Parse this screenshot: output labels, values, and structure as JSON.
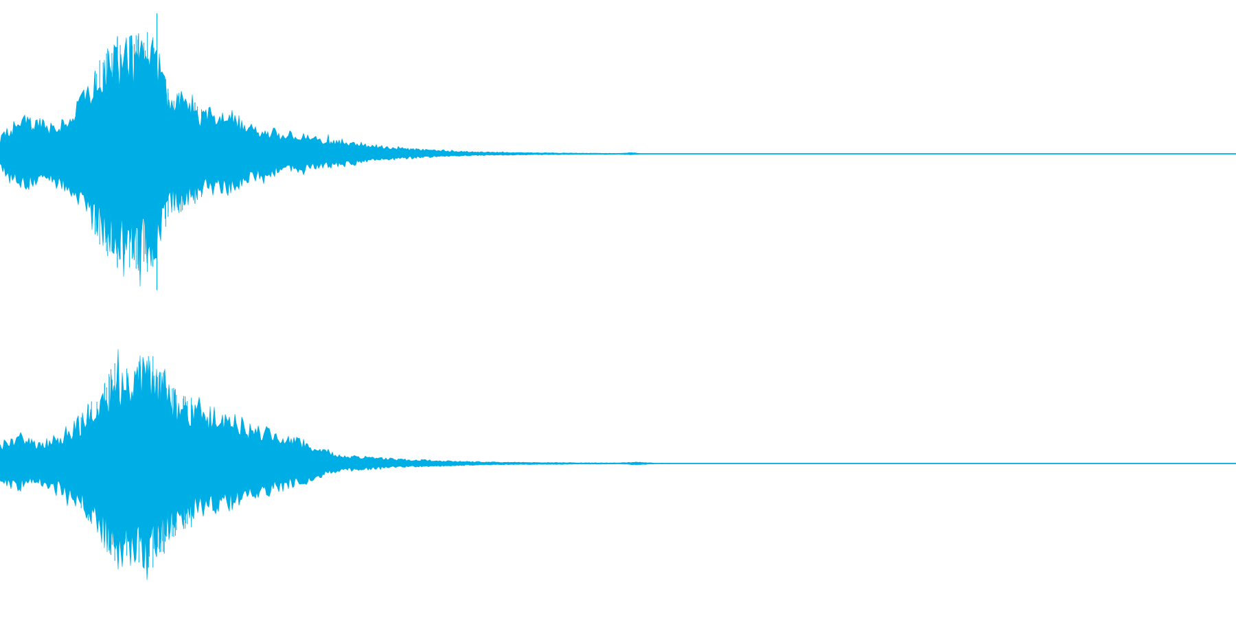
{
  "chart_data": {
    "type": "area",
    "title": "",
    "xlabel": "",
    "ylabel": "",
    "grid": false,
    "legend": "none",
    "color": "#00aee6",
    "x_range": [
      0,
      1
    ],
    "y_range": [
      -1,
      1
    ],
    "series": [
      {
        "channel_index": 0,
        "envelope": {
          "x": [
            0.0,
            0.01,
            0.02,
            0.04,
            0.055,
            0.065,
            0.075,
            0.085,
            0.095,
            0.105,
            0.115,
            0.125,
            0.1265,
            0.128,
            0.135,
            0.14,
            0.15,
            0.16,
            0.175,
            0.19,
            0.2,
            0.22,
            0.24,
            0.26,
            0.28,
            0.3,
            0.33,
            0.36,
            0.39,
            0.42,
            0.45,
            0.48,
            0.5,
            0.51,
            0.52,
            0.6,
            1.0
          ],
          "top": [
            0.12,
            0.22,
            0.28,
            0.22,
            0.3,
            0.42,
            0.55,
            0.7,
            0.78,
            0.82,
            0.8,
            0.8,
            0.98,
            0.78,
            0.45,
            0.42,
            0.4,
            0.32,
            0.33,
            0.3,
            0.22,
            0.18,
            0.15,
            0.12,
            0.1,
            0.07,
            0.04,
            0.025,
            0.015,
            0.01,
            0.007,
            0.005,
            0.004,
            0.01,
            0.003,
            0.002,
            0.001
          ],
          "bottom": [
            0.12,
            0.2,
            0.26,
            0.22,
            0.3,
            0.42,
            0.55,
            0.68,
            0.76,
            0.8,
            0.78,
            0.78,
            0.98,
            0.76,
            0.42,
            0.4,
            0.38,
            0.3,
            0.3,
            0.28,
            0.2,
            0.16,
            0.13,
            0.11,
            0.09,
            0.06,
            0.035,
            0.022,
            0.012,
            0.009,
            0.006,
            0.005,
            0.004,
            0.008,
            0.003,
            0.002,
            0.001
          ]
        }
      },
      {
        "channel_index": 1,
        "envelope": {
          "x": [
            0.0,
            0.015,
            0.03,
            0.045,
            0.06,
            0.075,
            0.085,
            0.095,
            0.105,
            0.115,
            0.125,
            0.14,
            0.15,
            0.165,
            0.18,
            0.2,
            0.22,
            0.24,
            0.25,
            0.26,
            0.27,
            0.28,
            0.3,
            0.32,
            0.35,
            0.38,
            0.41,
            0.44,
            0.47,
            0.5,
            0.515,
            0.53,
            0.6,
            1.0
          ],
          "top": [
            0.15,
            0.22,
            0.15,
            0.2,
            0.3,
            0.42,
            0.55,
            0.68,
            0.72,
            0.75,
            0.7,
            0.52,
            0.45,
            0.4,
            0.38,
            0.3,
            0.25,
            0.18,
            0.16,
            0.12,
            0.08,
            0.06,
            0.05,
            0.035,
            0.025,
            0.015,
            0.01,
            0.008,
            0.006,
            0.005,
            0.012,
            0.003,
            0.002,
            0.001
          ],
          "bottom": [
            0.15,
            0.2,
            0.14,
            0.2,
            0.3,
            0.42,
            0.6,
            0.72,
            0.75,
            0.73,
            0.68,
            0.5,
            0.44,
            0.38,
            0.35,
            0.28,
            0.22,
            0.16,
            0.14,
            0.1,
            0.07,
            0.05,
            0.045,
            0.03,
            0.022,
            0.014,
            0.009,
            0.007,
            0.005,
            0.004,
            0.01,
            0.003,
            0.002,
            0.001
          ]
        }
      }
    ]
  }
}
